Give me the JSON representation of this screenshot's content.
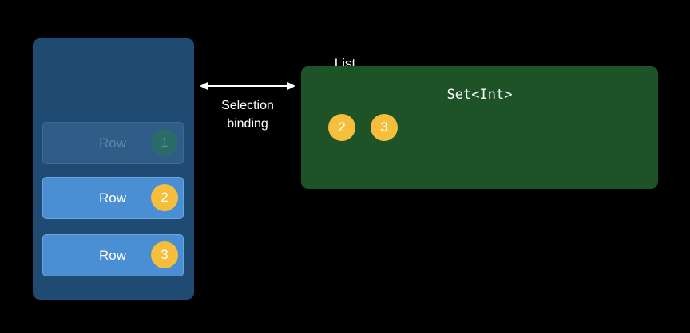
{
  "list": {
    "title": "List",
    "rows": [
      {
        "label": "Row",
        "id": "1",
        "selected": false
      },
      {
        "label": "Row",
        "id": "2",
        "selected": true
      },
      {
        "label": "Row",
        "id": "3",
        "selected": true
      }
    ]
  },
  "binding": {
    "line1": "Selection",
    "line2": "binding"
  },
  "set": {
    "title": "Set<Int>",
    "items": [
      "2",
      "3"
    ]
  },
  "colors": {
    "background": "#000000",
    "list_panel": "#1f4a72",
    "row_selected": "#4a8fd3",
    "row_unselected": "#2f5d87",
    "set_panel": "#1e5328",
    "badge": "#f5bf3c",
    "badge_dimmed": "#2b6b6a"
  }
}
